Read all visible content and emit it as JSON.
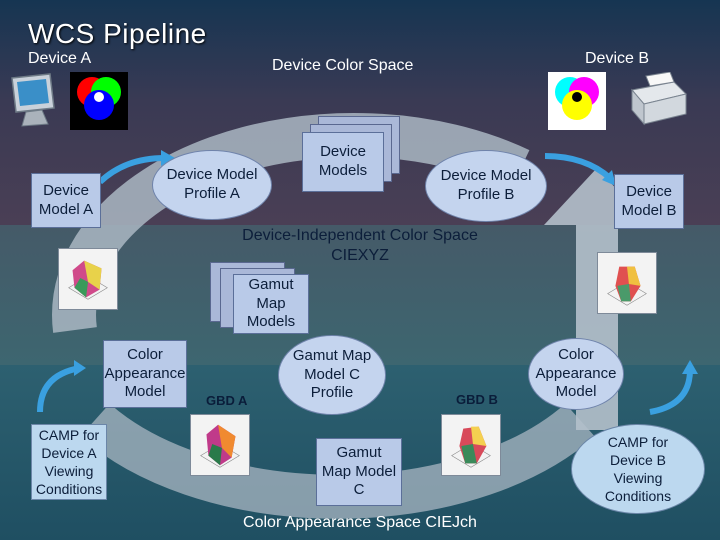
{
  "title": "WCS Pipeline",
  "device_a": "Device A",
  "device_b": "Device B",
  "device_color_space": "Device Color Space",
  "device_models": "Device\nModels",
  "device_model_a": "Device\nModel A",
  "device_model_b": "Device\nModel B",
  "profile_a": "Device Model\nProfile A",
  "profile_b": "Device Model\nProfile B",
  "independent_space": "Device-Independent Color Space\nCIEXYZ",
  "gamut_map_models": "Gamut\nMap\nModels",
  "appearance_model_left": "Color\nAppearance\nModel",
  "appearance_model_right": "Color\nAppearance\nModel",
  "gbd_a": "GBD A",
  "gbd_b": "GBD B",
  "gamut_profile": "Gamut Map\nModel C\nProfile",
  "gamut_model_c": "Gamut\nMap Model\nC",
  "camp_a": "CAMP for\nDevice A\nViewing\nConditions",
  "camp_b": "CAMP for\nDevice B\nViewing\nConditions",
  "appearance_space": "Color Appearance Space CIEJch",
  "colors": {
    "box_fill": "#b9cae8",
    "arrow_fill": "#b8c4cf",
    "cycle_arrow": "#3aa0e0"
  }
}
